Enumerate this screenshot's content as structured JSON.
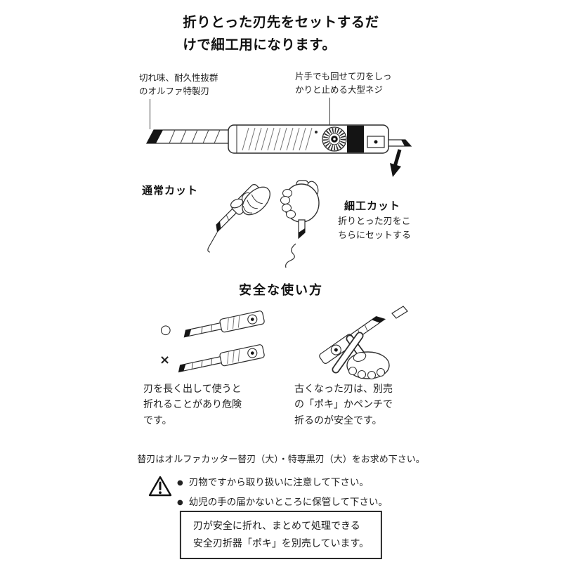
{
  "title": {
    "line1": "折りとった刃先をセットするだ",
    "line2": "けで細工用になります。"
  },
  "knife": {
    "blade_note": {
      "line1": "切れ味、耐久性抜群",
      "line2": "のオルファ特製刃"
    },
    "screw_note": {
      "line1": "片手でも回せて刃をしっ",
      "line2": "かりと止める大型ネジ"
    },
    "normal_cut_label": "通常カット",
    "detail_cut_label": "細工カット",
    "detail_note": {
      "line1": "折りとった刃をこ",
      "line2": "ちらにセットする"
    }
  },
  "safety": {
    "heading": "安全な使い方",
    "ok_mark": "○",
    "ng_mark": "×",
    "left": {
      "line1": "刃を長く出して使うと",
      "line2": "折れることがあり危険",
      "line3": "です。"
    },
    "right": {
      "line1": "古くなった刃は、別売",
      "line2": "の「ポキ」かペンチで",
      "line3": "折るのが安全です。"
    }
  },
  "replacement_note": "替刃はオルファカッター替刃（大）・特専黒刃（大）をお求め下さい。",
  "warning": {
    "bullet": "●",
    "items": [
      "刃物ですから取り扱いに注意して下さい。",
      "幼児の手の届かないところに保管して下さい。"
    ]
  },
  "info_box": {
    "line1": "刃が安全に折れ、まとめて処理できる",
    "line2": "安全刃折器「ポキ」を別売しています。"
  }
}
